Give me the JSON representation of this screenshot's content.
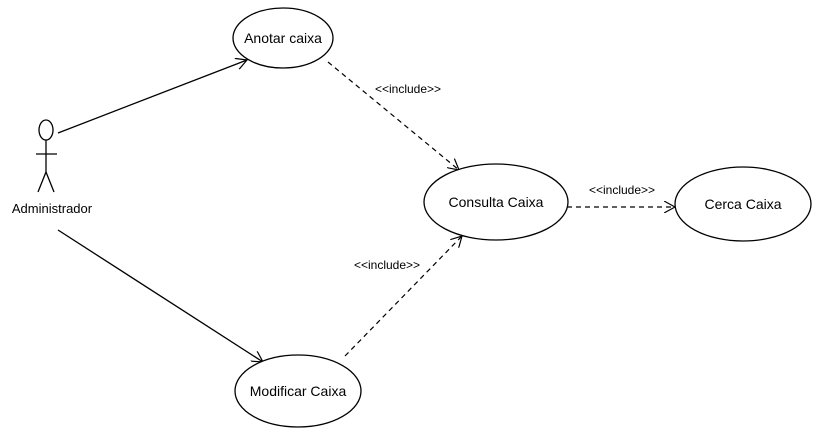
{
  "diagram": {
    "type": "use-case",
    "actor": {
      "name": "Administrador"
    },
    "use_cases": {
      "anotar": "Anotar caixa",
      "consulta": "Consulta Caixa",
      "cerca": "Cerca Caixa",
      "modificar": "Modificar Caixa"
    },
    "relations": {
      "include_anotar_consulta": "<<include>>",
      "include_modificar_consulta": "<<include>>",
      "include_consulta_cerca": "<<include>>"
    },
    "associations": [
      {
        "from": "Administrador",
        "to": "Anotar caixa"
      },
      {
        "from": "Administrador",
        "to": "Modificar Caixa"
      }
    ],
    "includes": [
      {
        "from": "Anotar caixa",
        "to": "Consulta Caixa"
      },
      {
        "from": "Modificar Caixa",
        "to": "Consulta Caixa"
      },
      {
        "from": "Consulta Caixa",
        "to": "Cerca Caixa"
      }
    ]
  }
}
